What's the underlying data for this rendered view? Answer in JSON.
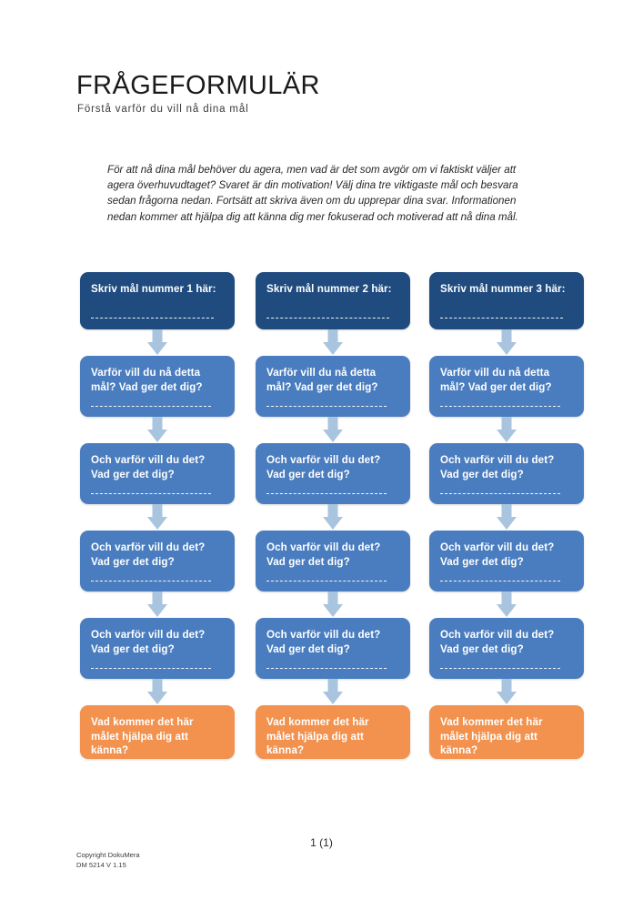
{
  "document": {
    "title": "FRÅGEFORMULÄR",
    "subtitle": "Förstå varför du vill nå dina mål",
    "intro": "För att nå dina mål behöver du agera, men vad är det som avgör om vi faktiskt väljer att agera överhuvudtaget? Svaret är din motivation! Välj dina tre viktigaste mål och besvara sedan frågorna nedan. Fortsätt att skriva även om du upprepar dina svar. Informationen nedan kommer att hjälpa dig att känna dig mer fokuserad och motiverad att nå dina mål."
  },
  "colors": {
    "goal_box": "#1f4b7f",
    "question_box": "#4a7dbf",
    "feeling_box": "#f2924e",
    "arrow": "#a8c4de",
    "page_background": "#ffffff"
  },
  "flow": {
    "columns": [
      {
        "id": "column-1",
        "goal": "Skriv mål nummer 1 här:",
        "questions": [
          "Varför vill du nå detta mål? Vad ger det dig?",
          "Och varför vill du det? Vad ger det dig?",
          "Och varför vill du det? Vad ger det dig?",
          "Och varför vill du det? Vad ger det dig?"
        ],
        "feeling": "Vad kommer det här målet hjälpa dig att känna?"
      },
      {
        "id": "column-2",
        "goal": "Skriv mål nummer 2 här:",
        "questions": [
          "Varför vill du nå detta mål? Vad ger det dig?",
          "Och varför vill du det? Vad ger det dig?",
          "Och varför vill du det? Vad ger det dig?",
          "Och varför vill du det? Vad ger det dig?"
        ],
        "feeling": "Vad kommer det här målet hjälpa dig att känna?"
      },
      {
        "id": "column-3",
        "goal": "Skriv mål nummer 3 här:",
        "questions": [
          "Varför vill du nå detta mål? Vad ger det dig?",
          "Och varför vill du det? Vad ger det dig?",
          "Och varför vill du det? Vad ger det dig?",
          "Och varför vill du det? Vad ger det dig?"
        ],
        "feeling": "Vad kommer det här målet hjälpa dig att känna?"
      }
    ]
  },
  "footer": {
    "page_number": "1 (1)",
    "copyright": "Copyright DokuMera",
    "document_code": "DM 5214 V 1.15"
  }
}
